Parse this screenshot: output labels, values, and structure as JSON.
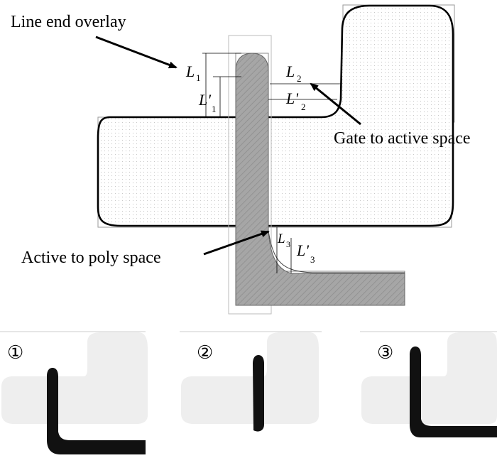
{
  "labels": {
    "line_end_overlay": "Line end overlay",
    "gate_to_active_space": "Gate to active space",
    "active_to_poly_space": "Active to poly space"
  },
  "dims": {
    "L1": {
      "letter": "L",
      "sub": "1"
    },
    "L1p": {
      "letter": "L'",
      "sub": "1"
    },
    "L2": {
      "letter": "L",
      "sub": "2"
    },
    "L2p": {
      "letter": "L'",
      "sub": "2"
    },
    "L3": {
      "letter": "L",
      "sub": "3"
    },
    "L3p": {
      "letter": "L'",
      "sub": "3"
    }
  },
  "panels": [
    {
      "marker": "①"
    },
    {
      "marker": "②"
    },
    {
      "marker": "③"
    }
  ],
  "colors": {
    "poly_fill": "#a6a6a6",
    "active_fill": "#f7f7f7",
    "thumb_active": "#eeeeee",
    "thumb_poly": "#111111"
  }
}
